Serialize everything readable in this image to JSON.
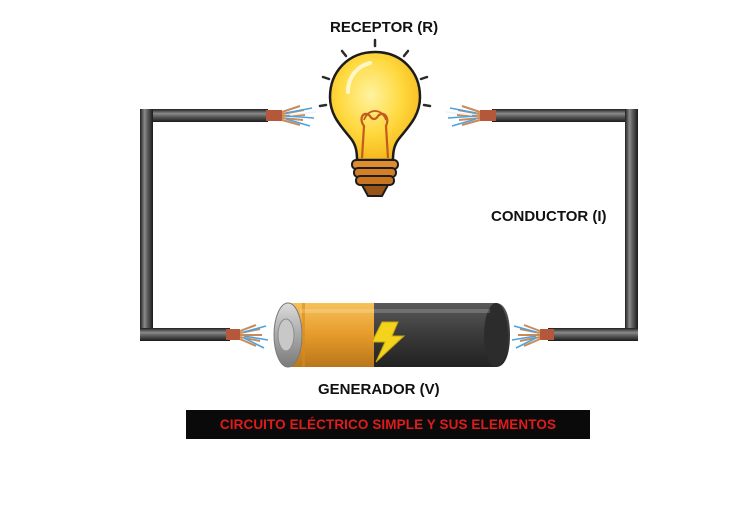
{
  "labels": {
    "receptor": "RECEPTOR (R)",
    "conductor": "CONDUCTOR (I)",
    "generador": "GENERADOR (V)"
  },
  "caption": {
    "text": "CIRCUITO ELÉCTRICO SIMPLE Y SUS ELEMENTOS",
    "text_color": "#e01b1b",
    "background": "#0a0a0a"
  },
  "components": {
    "bulb": {
      "icon": "light-bulb-icon",
      "glass_color": "#ffd23a",
      "base_color": "#d9862c"
    },
    "battery": {
      "icon": "battery-icon",
      "positive_color": "#e8a132",
      "negative_color": "#3c3c3c",
      "bolt_color": "#f3d41a"
    },
    "wire": {
      "icon": "insulated-cable-icon",
      "color": "#4a4a4a"
    }
  }
}
